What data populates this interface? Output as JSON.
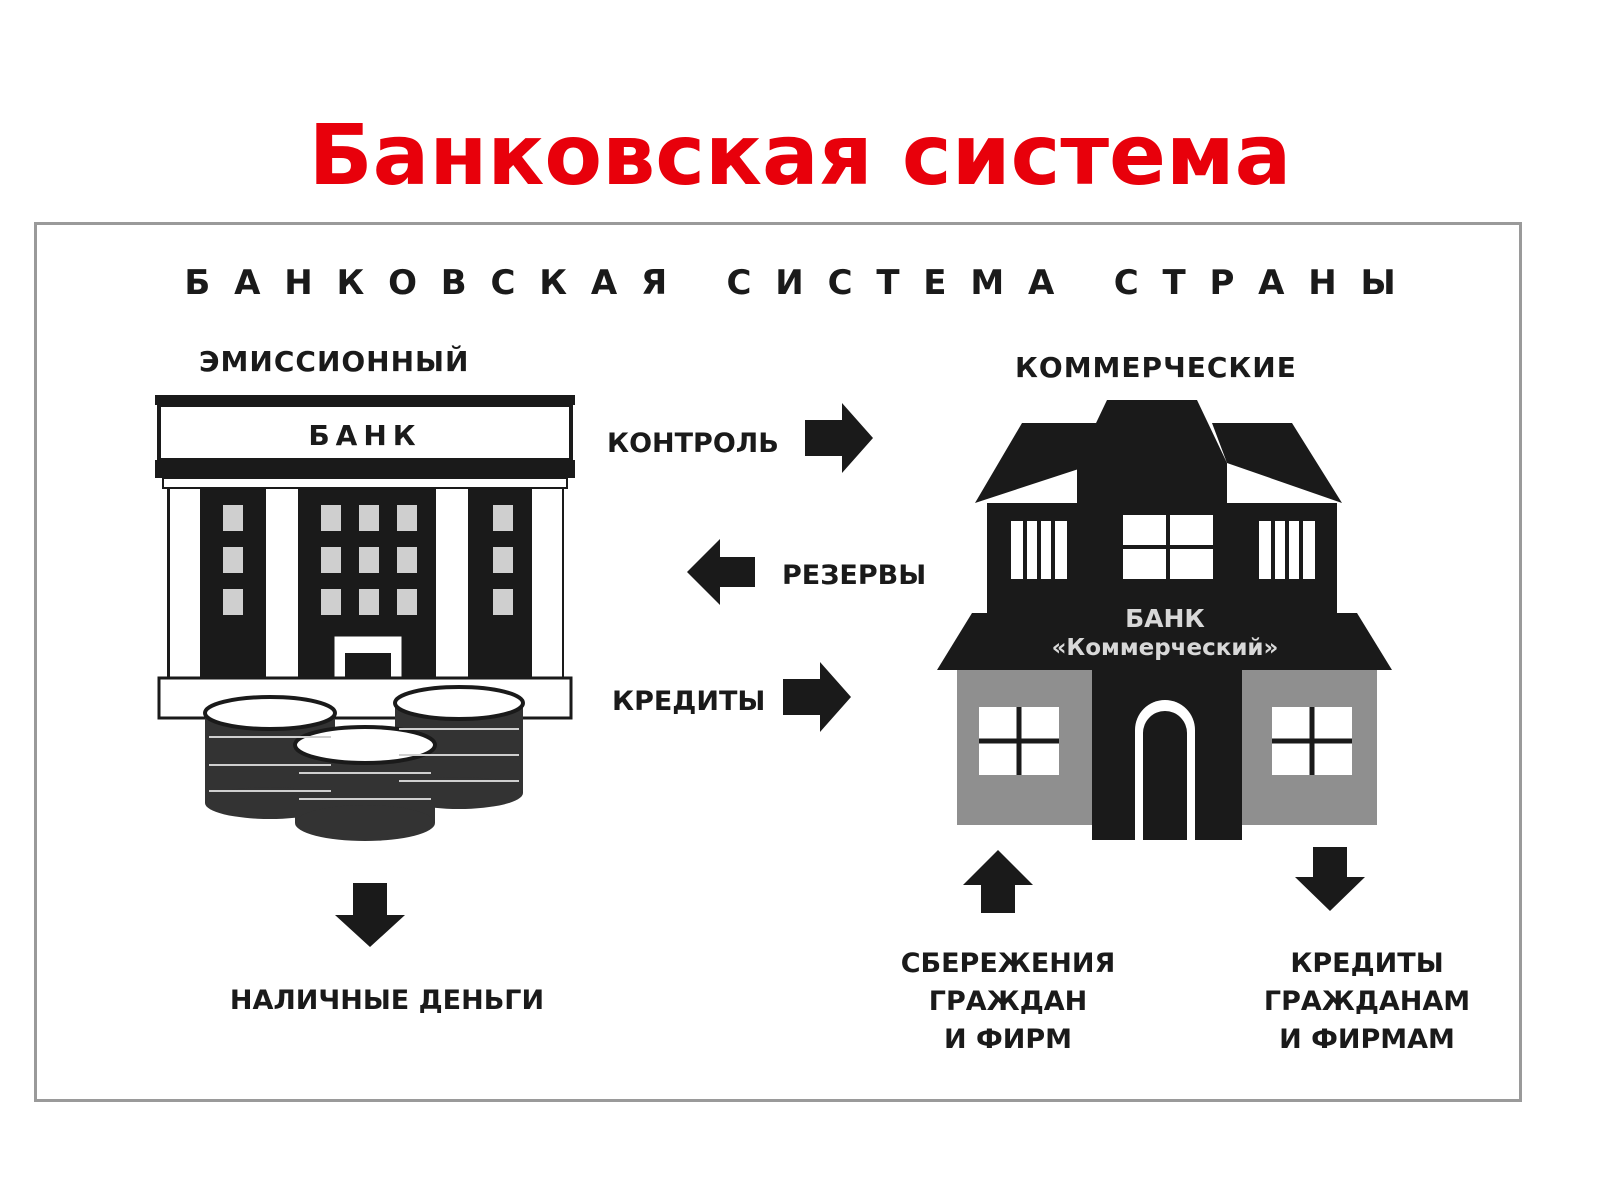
{
  "title": "Банковская система",
  "colors": {
    "title": "#e8000b",
    "ink": "#1a1a1a",
    "wall_gray": "#8f8f8f"
  },
  "diagram": {
    "heading": "БАНКОВСКАЯ СИСТЕМА СТРАНЫ",
    "emission_label": "ЭМИССИОННЫЙ",
    "central_bank_sign": "БАНК",
    "commercial_label": "КОММЕРЧЕСКИЕ",
    "commercial_bank_sign": [
      "БАНК",
      "«Коммерческий»"
    ],
    "flows": {
      "control": "КОНТРОЛЬ",
      "reserves": "РЕЗЕРВЫ",
      "credits": "КРЕДИТЫ"
    },
    "cash": "НАЛИЧНЫЕ ДЕНЬГИ",
    "savings": [
      "СБЕРЕЖЕНИЯ",
      "ГРАЖДАН",
      "И ФИРМ"
    ],
    "loans": [
      "КРЕДИТЫ",
      "ГРАЖДАНАМ",
      "И ФИРМАМ"
    ]
  },
  "icons": {
    "central_bank": "central-bank-building-icon",
    "coins": "coin-stacks-icon",
    "commercial_bank": "commercial-bank-house-icon",
    "arrow": "arrow-icon"
  }
}
